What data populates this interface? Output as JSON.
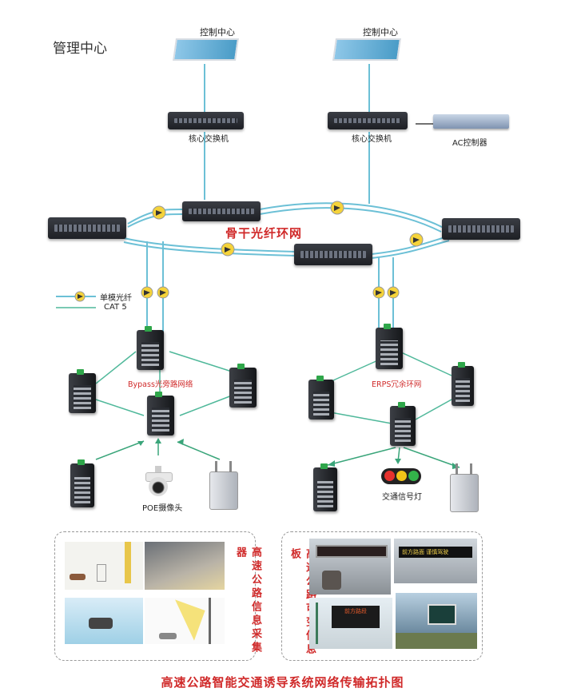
{
  "header": {
    "title": "管理中心"
  },
  "control_centers": [
    {
      "label": "控制中心"
    },
    {
      "label": "控制中心"
    }
  ],
  "core_switches": [
    {
      "label": "核心交换机"
    },
    {
      "label": "核心交换机"
    }
  ],
  "ac_controller": {
    "label": "AC控制器"
  },
  "backbone": {
    "label": "骨干光纤环网"
  },
  "legend": {
    "fiber_label": "单模光纤",
    "cat5_label": "CAT 5"
  },
  "left_ring": {
    "label": "Bypass光旁路网络"
  },
  "right_ring": {
    "label": "ERPS冗余环网"
  },
  "devices": {
    "poe_camera_label": "POE摄像头",
    "traffic_light_label": "交通信号灯"
  },
  "panels": {
    "collection_label": "高速公路信息采集器",
    "vms_label": "高速公路可变信息板"
  },
  "vms_signs": {
    "sign1": "前方路段",
    "sign2": "前方路面  谨慎驾驶"
  },
  "footer": {
    "title": "高速公路智能交通诱导系统网络传输拓扑图"
  },
  "colors": {
    "accent_red": "#d02a2a",
    "link_teal": "#4fb0c6",
    "link_green": "#3aa57a"
  }
}
